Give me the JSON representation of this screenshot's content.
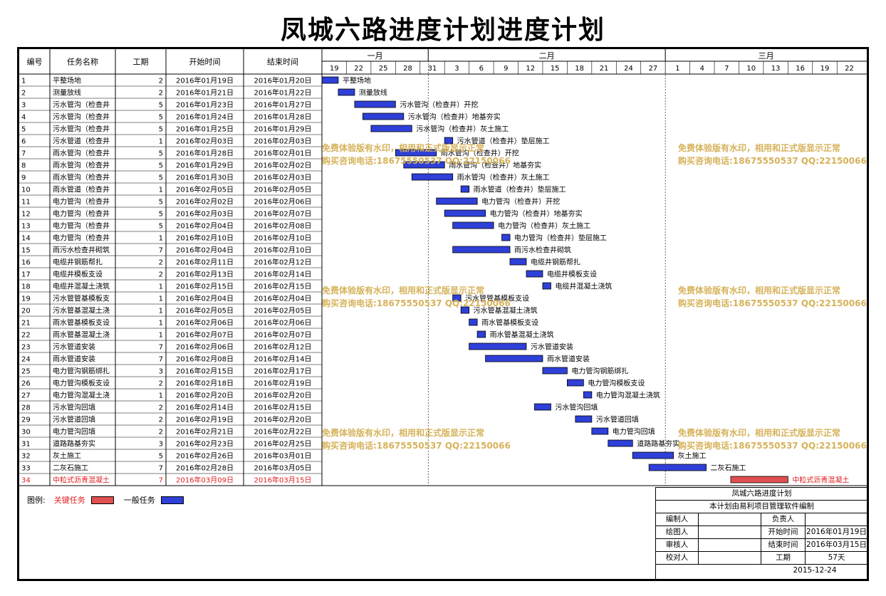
{
  "title": "凤城六路进度计划进度计划",
  "headers": {
    "id": "编号",
    "name": "任务名称",
    "dur": "工期",
    "start": "开始时间",
    "end": "结束时间"
  },
  "months": [
    "一月",
    "二月",
    "三月"
  ],
  "day_ticks": [
    "19",
    "22",
    "25",
    "28",
    "31",
    "3",
    "6",
    "9",
    "12",
    "15",
    "18",
    "21",
    "24",
    "27",
    "1",
    "4",
    "7",
    "10",
    "13",
    "16",
    "19",
    "22"
  ],
  "watermark": {
    "line1": "免费体验版有水印，相用和正式版显示正常",
    "line2": "购买咨询电话:18675550537 QQ:22150066"
  },
  "legend": {
    "label": "图例:",
    "critical": "关键任务",
    "normal": "一般任务"
  },
  "infobox": {
    "project": "凤城六路进度计划",
    "note": "本计划由易利项目管理软件编制",
    "editor_label": "编制人",
    "owner_label": "负责人",
    "draw_label": "绘图人",
    "start_label": "开始时间",
    "start_value": "2016年01月19日",
    "review_label": "审核人",
    "end_label": "结束时间",
    "end_value": "2016年03月15日",
    "check_label": "校对人",
    "dur_label": "工期",
    "dur_value": "57天",
    "date": "2015-12-24"
  },
  "colors": {
    "normal": "#2e40d8",
    "critical": "#e05050",
    "critical_text": "#e02020",
    "watermark": "#d6b25a"
  },
  "chart_data": {
    "type": "gantt",
    "timeline_start": "2016-01-19",
    "timeline_end": "2016-03-24",
    "tasks": [
      {
        "id": "1",
        "name": "平整场地",
        "dur": "2",
        "start": "2016年01月19日",
        "end": "2016年01月20日",
        "s": "2016-01-19",
        "e": "2016-01-20",
        "critical": false
      },
      {
        "id": "2",
        "name": "测量放线",
        "dur": "2",
        "start": "2016年01月21日",
        "end": "2016年01月22日",
        "s": "2016-01-21",
        "e": "2016-01-22",
        "critical": false
      },
      {
        "id": "3",
        "name": "污水管沟（检查井）开挖",
        "dur": "5",
        "start": "2016年01月23日",
        "end": "2016年01月27日",
        "s": "2016-01-23",
        "e": "2016-01-27",
        "critical": false
      },
      {
        "id": "4",
        "name": "污水管沟（检查井）地基夯实",
        "dur": "5",
        "start": "2016年01月24日",
        "end": "2016年01月28日",
        "s": "2016-01-24",
        "e": "2016-01-28",
        "critical": false
      },
      {
        "id": "5",
        "name": "污水管沟（检查井）灰土施工",
        "dur": "5",
        "start": "2016年01月25日",
        "end": "2016年01月29日",
        "s": "2016-01-25",
        "e": "2016-01-29",
        "critical": false
      },
      {
        "id": "6",
        "name": "污水管道（检查井）垫层施工",
        "dur": "1",
        "start": "2016年02月03日",
        "end": "2016年02月03日",
        "s": "2016-02-03",
        "e": "2016-02-03",
        "critical": false
      },
      {
        "id": "7",
        "name": "雨水管沟（检查井）开挖",
        "dur": "5",
        "start": "2016年01月28日",
        "end": "2016年02月01日",
        "s": "2016-01-28",
        "e": "2016-02-01",
        "critical": false
      },
      {
        "id": "8",
        "name": "雨水管沟（检查井）地基夯实",
        "dur": "5",
        "start": "2016年01月29日",
        "end": "2016年02月02日",
        "s": "2016-01-29",
        "e": "2016-02-02",
        "critical": false
      },
      {
        "id": "9",
        "name": "雨水管沟（检查井）灰土施工",
        "dur": "5",
        "start": "2016年01月30日",
        "end": "2016年02月03日",
        "s": "2016-01-30",
        "e": "2016-02-03",
        "critical": false
      },
      {
        "id": "10",
        "name": "雨水管道（检查井）垫层施工",
        "dur": "1",
        "start": "2016年02月05日",
        "end": "2016年02月05日",
        "s": "2016-02-05",
        "e": "2016-02-05",
        "critical": false
      },
      {
        "id": "11",
        "name": "电力管沟（检查井）开挖",
        "dur": "5",
        "start": "2016年02月02日",
        "end": "2016年02月06日",
        "s": "2016-02-02",
        "e": "2016-02-06",
        "critical": false
      },
      {
        "id": "12",
        "name": "电力管沟（检查井）地基夯实",
        "dur": "5",
        "start": "2016年02月03日",
        "end": "2016年02月07日",
        "s": "2016-02-03",
        "e": "2016-02-07",
        "critical": false
      },
      {
        "id": "13",
        "name": "电力管沟（检查井）灰土施工",
        "dur": "5",
        "start": "2016年02月04日",
        "end": "2016年02月08日",
        "s": "2016-02-04",
        "e": "2016-02-08",
        "critical": false
      },
      {
        "id": "14",
        "name": "电力管沟（检查井）垫层施工",
        "dur": "1",
        "start": "2016年02月10日",
        "end": "2016年02月10日",
        "s": "2016-02-10",
        "e": "2016-02-10",
        "critical": false
      },
      {
        "id": "15",
        "name": "雨污水检查井砌筑",
        "dur": "7",
        "start": "2016年02月04日",
        "end": "2016年02月10日",
        "s": "2016-02-04",
        "e": "2016-02-10",
        "critical": false
      },
      {
        "id": "16",
        "name": "电缆井钢筋帮扎",
        "dur": "2",
        "start": "2016年02月11日",
        "end": "2016年02月12日",
        "s": "2016-02-11",
        "e": "2016-02-12",
        "critical": false
      },
      {
        "id": "17",
        "name": "电缆井模板支设",
        "dur": "2",
        "start": "2016年02月13日",
        "end": "2016年02月14日",
        "s": "2016-02-13",
        "e": "2016-02-14",
        "critical": false
      },
      {
        "id": "18",
        "name": "电缆井混凝土浇筑",
        "dur": "1",
        "start": "2016年02月15日",
        "end": "2016年02月15日",
        "s": "2016-02-15",
        "e": "2016-02-15",
        "critical": false
      },
      {
        "id": "19",
        "name": "污水管管基模板支设",
        "dur": "1",
        "start": "2016年02月04日",
        "end": "2016年02月04日",
        "s": "2016-02-04",
        "e": "2016-02-04",
        "critical": false
      },
      {
        "id": "20",
        "name": "污水管基混凝土浇筑",
        "dur": "1",
        "start": "2016年02月05日",
        "end": "2016年02月05日",
        "s": "2016-02-05",
        "e": "2016-02-05",
        "critical": false
      },
      {
        "id": "21",
        "name": "雨水管基模板支设",
        "dur": "1",
        "start": "2016年02月06日",
        "end": "2016年02月06日",
        "s": "2016-02-06",
        "e": "2016-02-06",
        "critical": false
      },
      {
        "id": "22",
        "name": "雨水管基混凝土浇筑",
        "dur": "1",
        "start": "2016年02月07日",
        "end": "2016年02月07日",
        "s": "2016-02-07",
        "e": "2016-02-07",
        "critical": false
      },
      {
        "id": "23",
        "name": "污水管道安装",
        "dur": "7",
        "start": "2016年02月06日",
        "end": "2016年02月12日",
        "s": "2016-02-06",
        "e": "2016-02-12",
        "critical": false
      },
      {
        "id": "24",
        "name": "雨水管道安装",
        "dur": "7",
        "start": "2016年02月08日",
        "end": "2016年02月14日",
        "s": "2016-02-08",
        "e": "2016-02-14",
        "critical": false
      },
      {
        "id": "25",
        "name": "电力管沟钢筋绑扎",
        "dur": "3",
        "start": "2016年02月15日",
        "end": "2016年02月17日",
        "s": "2016-02-15",
        "e": "2016-02-17",
        "critical": false
      },
      {
        "id": "26",
        "name": "电力管沟模板支设",
        "dur": "2",
        "start": "2016年02月18日",
        "end": "2016年02月19日",
        "s": "2016-02-18",
        "e": "2016-02-19",
        "critical": false
      },
      {
        "id": "27",
        "name": "电力管沟混凝土浇筑",
        "dur": "1",
        "start": "2016年02月20日",
        "end": "2016年02月20日",
        "s": "2016-02-20",
        "e": "2016-02-20",
        "critical": false
      },
      {
        "id": "28",
        "name": "污水管沟回填",
        "dur": "2",
        "start": "2016年02月14日",
        "end": "2016年02月15日",
        "s": "2016-02-14",
        "e": "2016-02-15",
        "critical": false
      },
      {
        "id": "29",
        "name": "污水管道回填",
        "dur": "2",
        "start": "2016年02月19日",
        "end": "2016年02月20日",
        "s": "2016-02-19",
        "e": "2016-02-20",
        "critical": false
      },
      {
        "id": "30",
        "name": "电力管沟回填",
        "dur": "2",
        "start": "2016年02月21日",
        "end": "2016年02月22日",
        "s": "2016-02-21",
        "e": "2016-02-22",
        "critical": false
      },
      {
        "id": "31",
        "name": "道路路基夯实",
        "dur": "3",
        "start": "2016年02月23日",
        "end": "2016年02月25日",
        "s": "2016-02-23",
        "e": "2016-02-25",
        "critical": false
      },
      {
        "id": "32",
        "name": "灰土施工",
        "dur": "5",
        "start": "2016年02月26日",
        "end": "2016年03月01日",
        "s": "2016-02-26",
        "e": "2016-03-01",
        "critical": false
      },
      {
        "id": "33",
        "name": "二灰石施工",
        "dur": "7",
        "start": "2016年02月28日",
        "end": "2016年03月05日",
        "s": "2016-02-28",
        "e": "2016-03-05",
        "critical": false
      },
      {
        "id": "34",
        "name": "中粒式沥青混凝土",
        "dur": "7",
        "start": "2016年03月09日",
        "end": "2016年03月15日",
        "s": "2016-03-09",
        "e": "2016-03-15",
        "critical": true
      }
    ]
  }
}
